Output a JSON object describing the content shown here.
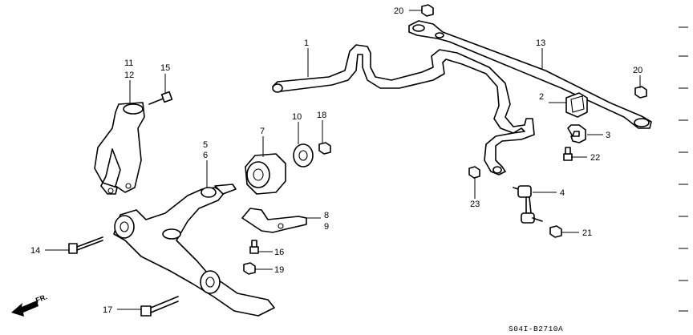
{
  "diagram": {
    "callouts": [
      {
        "id": "c1",
        "text": "1"
      },
      {
        "id": "c2",
        "text": "2"
      },
      {
        "id": "c3",
        "text": "3"
      },
      {
        "id": "c4",
        "text": "4"
      },
      {
        "id": "c5",
        "text": "5"
      },
      {
        "id": "c6",
        "text": "6"
      },
      {
        "id": "c7",
        "text": "7"
      },
      {
        "id": "c8",
        "text": "8"
      },
      {
        "id": "c9",
        "text": "9"
      },
      {
        "id": "c10",
        "text": "10"
      },
      {
        "id": "c11",
        "text": "11"
      },
      {
        "id": "c12",
        "text": "12"
      },
      {
        "id": "c13",
        "text": "13"
      },
      {
        "id": "c14",
        "text": "14"
      },
      {
        "id": "c15",
        "text": "15"
      },
      {
        "id": "c16",
        "text": "16"
      },
      {
        "id": "c17",
        "text": "17"
      },
      {
        "id": "c18",
        "text": "18"
      },
      {
        "id": "c19",
        "text": "19"
      },
      {
        "id": "c20a",
        "text": "20"
      },
      {
        "id": "c20b",
        "text": "20"
      },
      {
        "id": "c21",
        "text": "21"
      },
      {
        "id": "c22",
        "text": "22"
      },
      {
        "id": "c23",
        "text": "23"
      }
    ],
    "front_label": "FR.",
    "drawing_code": "S04I-B2710A"
  }
}
